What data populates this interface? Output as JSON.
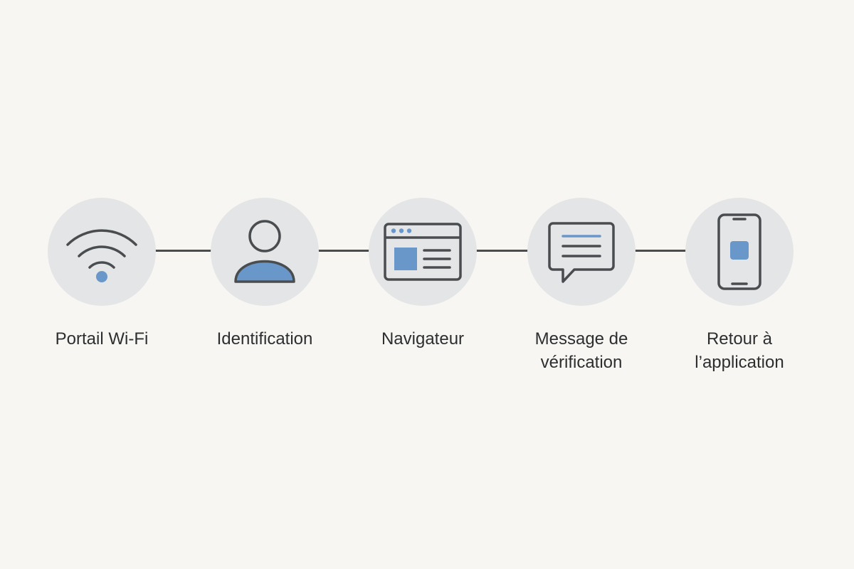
{
  "colors": {
    "background": "#f8f6f3",
    "circle": "#e3e5e6",
    "stroke": "#4a4d50",
    "accent": "#6a97c9",
    "text": "#2c2e30"
  },
  "steps": [
    {
      "label": "Portail Wi-Fi",
      "icon": "wifi-icon"
    },
    {
      "label": "Identification",
      "icon": "user-icon"
    },
    {
      "label": "Navigateur",
      "icon": "browser-window-icon"
    },
    {
      "label": "Message de\nvérification",
      "icon": "chat-bubble-icon"
    },
    {
      "label": "Retour à\nl’application",
      "icon": "smartphone-icon"
    }
  ]
}
